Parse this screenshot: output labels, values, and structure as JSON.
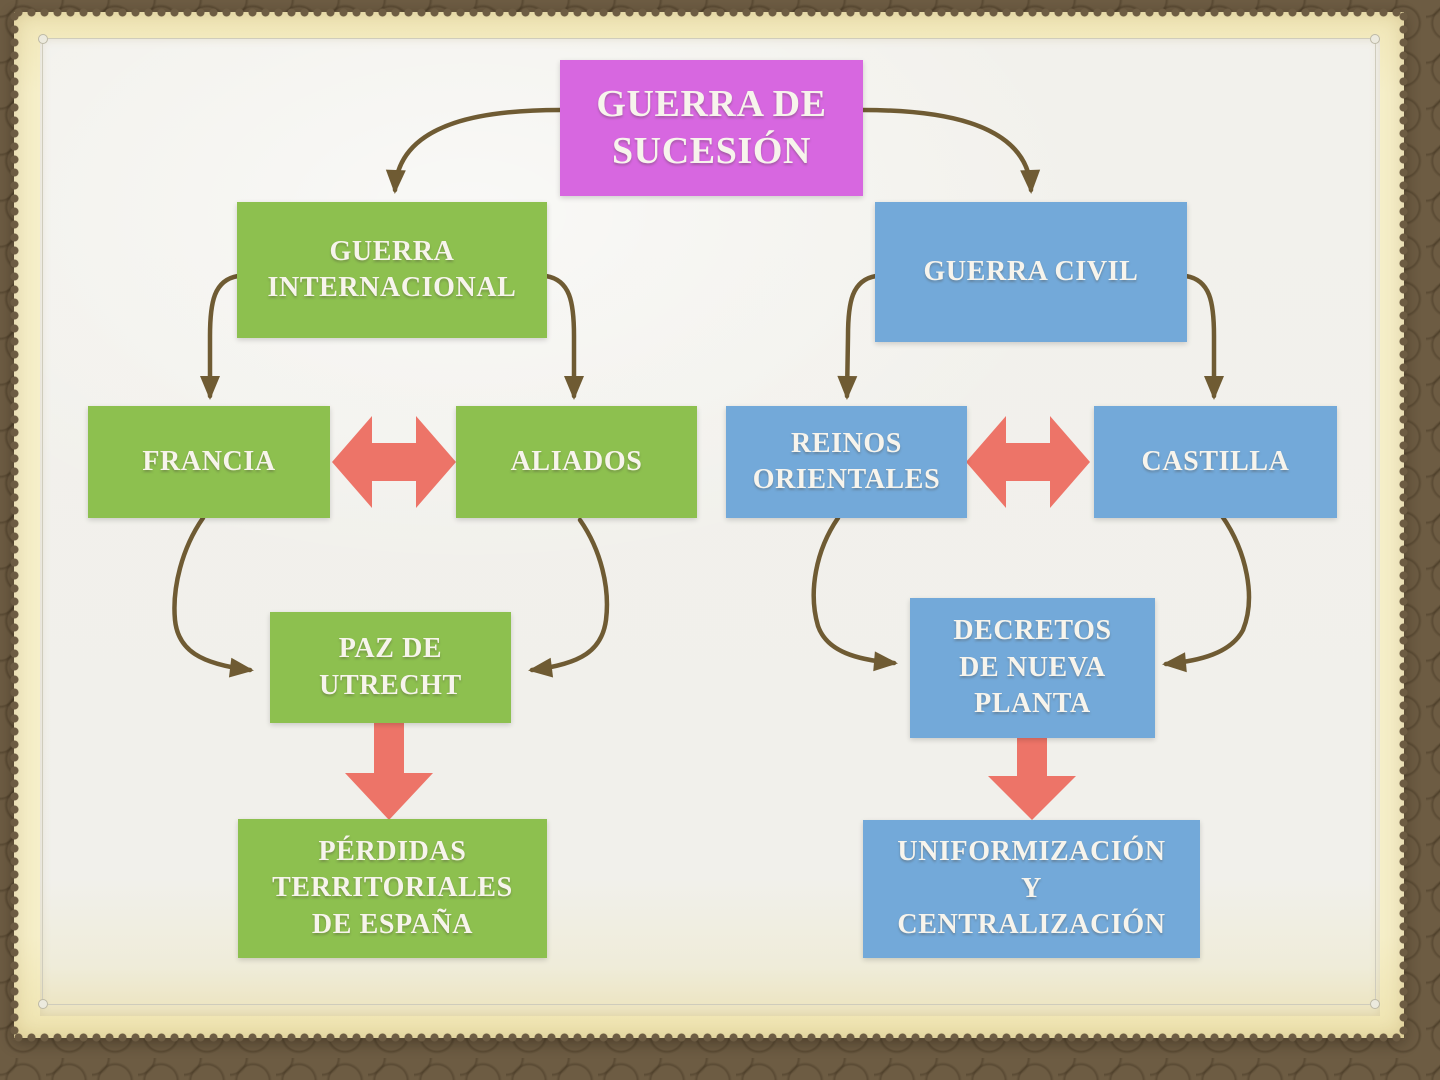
{
  "diagram": {
    "topic": "GUERRA DE SUCESIÓN"
  },
  "nodes": [
    {
      "id": "guerra-de-sucesion",
      "label": "GUERRA DE SUCESIÓN",
      "lines": [
        "GUERRA DE",
        "SUCESIÓN"
      ],
      "group": "root"
    },
    {
      "id": "guerra-internacional",
      "label": "GUERRA INTERNACIONAL",
      "lines": [
        "GUERRA",
        "INTERNACIONAL"
      ],
      "group": "left-green"
    },
    {
      "id": "guerra-civil",
      "label": "GUERRA CIVIL",
      "lines": [
        "GUERRA CIVIL"
      ],
      "group": "right-blue"
    },
    {
      "id": "francia",
      "label": "FRANCIA",
      "lines": [
        "FRANCIA"
      ],
      "group": "left-green"
    },
    {
      "id": "aliados",
      "label": "ALIADOS",
      "lines": [
        "ALIADOS"
      ],
      "group": "left-green"
    },
    {
      "id": "reinos-orientales",
      "label": "REINOS ORIENTALES",
      "lines": [
        "REINOS",
        "ORIENTALES"
      ],
      "group": "right-blue"
    },
    {
      "id": "castilla",
      "label": "CASTILLA",
      "lines": [
        "CASTILLA"
      ],
      "group": "right-blue"
    },
    {
      "id": "paz-de-utrecht",
      "label": "PAZ DE UTRECHT",
      "lines": [
        "PAZ DE",
        "UTRECHT"
      ],
      "group": "left-green"
    },
    {
      "id": "decretos-de-nueva-planta",
      "label": "DECRETOS DE NUEVA PLANTA",
      "lines": [
        "DECRETOS",
        "DE NUEVA",
        "PLANTA"
      ],
      "group": "right-blue"
    },
    {
      "id": "perdidas-territoriales",
      "label": "PÉRDIDAS TERRITORIALES DE ESPAÑA",
      "lines": [
        "PÉRDIDAS",
        "TERRITORIALES",
        "DE ESPAÑA"
      ],
      "group": "left-green"
    },
    {
      "id": "uniformizacion-centralizacion",
      "label": "UNIFORMIZACIÓN Y CENTRALIZACIÓN",
      "lines": [
        "UNIFORMIZACIÓN",
        "Y",
        "CENTRALIZACIÓN"
      ],
      "group": "right-blue"
    }
  ],
  "edges": [
    {
      "from": "guerra-de-sucesion",
      "to": "guerra-internacional",
      "style": "curved-brown-arrow"
    },
    {
      "from": "guerra-de-sucesion",
      "to": "guerra-civil",
      "style": "curved-brown-arrow"
    },
    {
      "from": "guerra-internacional",
      "to": "francia",
      "style": "curved-brown-arrow"
    },
    {
      "from": "guerra-internacional",
      "to": "aliados",
      "style": "curved-brown-arrow"
    },
    {
      "from": "guerra-civil",
      "to": "reinos-orientales",
      "style": "curved-brown-arrow"
    },
    {
      "from": "guerra-civil",
      "to": "castilla",
      "style": "curved-brown-arrow"
    },
    {
      "from": "francia",
      "to": "aliados",
      "style": "red-double-arrow"
    },
    {
      "from": "reinos-orientales",
      "to": "castilla",
      "style": "red-double-arrow"
    },
    {
      "from": "francia",
      "to": "paz-de-utrecht",
      "style": "curved-brown-arrow"
    },
    {
      "from": "aliados",
      "to": "paz-de-utrecht",
      "style": "curved-brown-arrow"
    },
    {
      "from": "reinos-orientales",
      "to": "decretos-de-nueva-planta",
      "style": "curved-brown-arrow"
    },
    {
      "from": "castilla",
      "to": "decretos-de-nueva-planta",
      "style": "curved-brown-arrow"
    },
    {
      "from": "paz-de-utrecht",
      "to": "perdidas-territoriales",
      "style": "red-block-arrow-down"
    },
    {
      "from": "decretos-de-nueva-planta",
      "to": "uniformizacion-centralizacion",
      "style": "red-block-arrow-down"
    }
  ],
  "colors": {
    "magenta": "#d767e0",
    "green": "#8dc04f",
    "blue": "#73a9d9",
    "red": "#ed7468",
    "arrowBrown": "#6f5b33",
    "paper": "#f1f0eb",
    "frameCream": "#f6efc9",
    "matBrown": "#6d5c43"
  }
}
